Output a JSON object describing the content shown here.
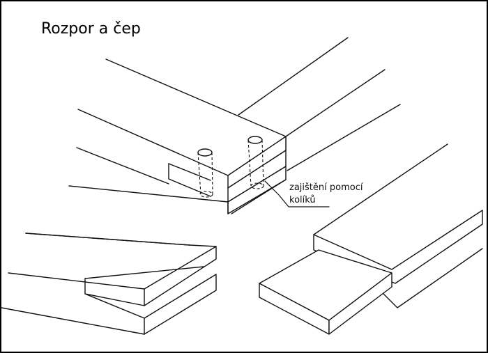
{
  "title": "Rozpor a čep",
  "annotation": {
    "line1": "zajištění pomocí",
    "line2": "kolíků"
  }
}
